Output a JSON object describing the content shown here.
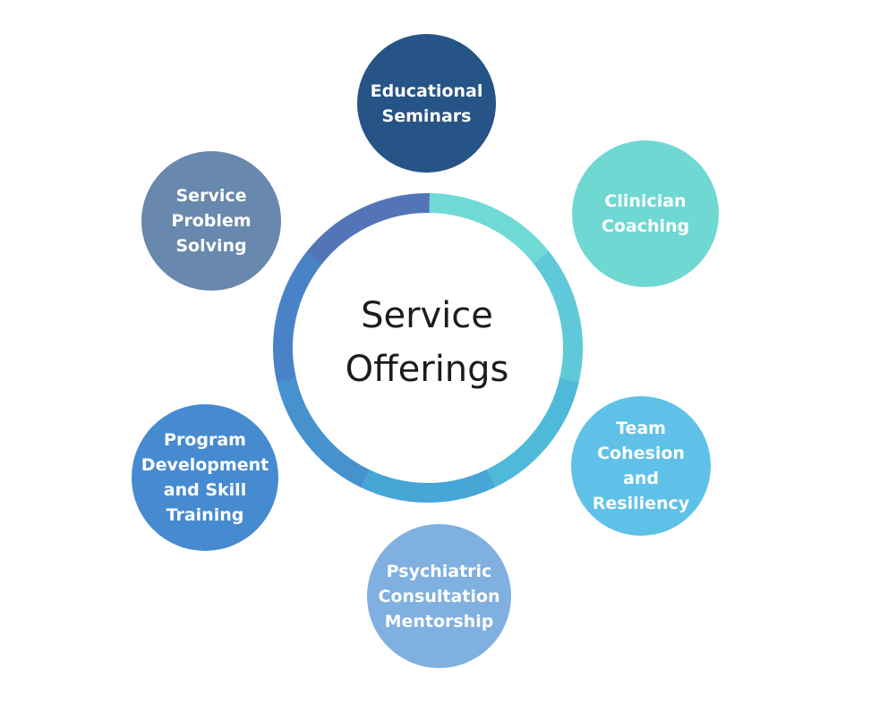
{
  "center": {
    "label": "Service\nOfferings"
  },
  "ring_colors": [
    "#6fdad6",
    "#5fc9d9",
    "#4fb9da",
    "#46a6d6",
    "#4592cf",
    "#4a82c8",
    "#5375b8"
  ],
  "nodes": [
    {
      "key": "educational",
      "label": "Educational\nSeminars",
      "color": "#265486"
    },
    {
      "key": "clinician",
      "label": "Clinician\nCoaching",
      "color": "#6fd8d3"
    },
    {
      "key": "team",
      "label": "Team\nCohesion\nand\nResiliency",
      "color": "#5fc1e8"
    },
    {
      "key": "psychiatric",
      "label": "Psychiatric\nConsultation\nMentorship",
      "color": "#7fb0df"
    },
    {
      "key": "program",
      "label": "Program\nDevelopment\nand Skill\nTraining",
      "color": "#468bd0"
    },
    {
      "key": "service-problem",
      "label": "Service\nProblem\nSolving",
      "color": "#6888ad"
    }
  ]
}
